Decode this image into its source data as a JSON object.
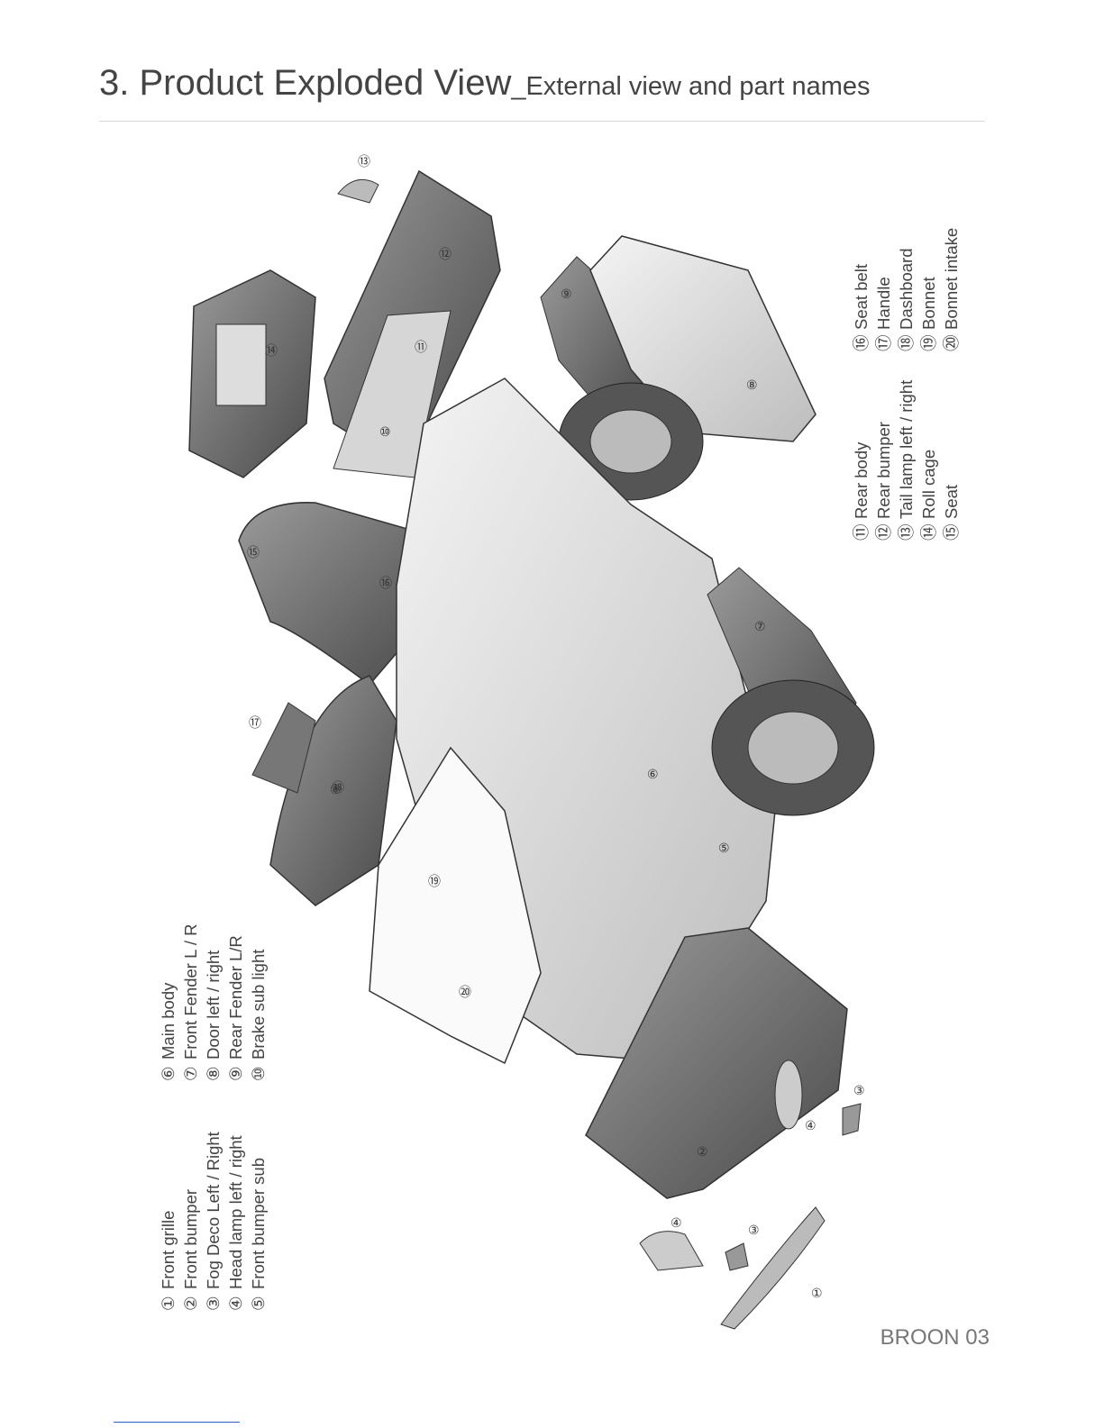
{
  "header": {
    "title": "3. Product Exploded View",
    "subtitle": "_External view and part names"
  },
  "legend_left": {
    "col1": [
      {
        "num": "①",
        "name": "Front grille"
      },
      {
        "num": "②",
        "name": "Front bumper"
      },
      {
        "num": "③",
        "name": "Fog Deco Left / Right"
      },
      {
        "num": "④",
        "name": "Head lamp left / right"
      },
      {
        "num": "⑤",
        "name": "Front bumper sub"
      }
    ],
    "col2": [
      {
        "num": "⑥",
        "name": "Main body"
      },
      {
        "num": "⑦",
        "name": "Front Fender L / R"
      },
      {
        "num": "⑧",
        "name": "Door left / right"
      },
      {
        "num": "⑨",
        "name": "Rear Fender L/R"
      },
      {
        "num": "⑩",
        "name": "Brake sub light"
      }
    ]
  },
  "legend_right": {
    "col1": [
      {
        "num": "⑪",
        "name": "Rear body"
      },
      {
        "num": "⑫",
        "name": "Rear bumper"
      },
      {
        "num": "⑬",
        "name": "Tail lamp left / right"
      },
      {
        "num": "⑭",
        "name": "Roll cage"
      },
      {
        "num": "⑮",
        "name": "Seat"
      }
    ],
    "col2": [
      {
        "num": "⑯",
        "name": "Seat belt"
      },
      {
        "num": "⑰",
        "name": "Handle"
      },
      {
        "num": "⑱",
        "name": "Dashboard"
      },
      {
        "num": "⑲",
        "name": "Bonnet"
      },
      {
        "num": "⑳",
        "name": "Bonnet intake"
      }
    ]
  },
  "callouts": [
    "①",
    "②",
    "③",
    "④",
    "⑤",
    "⑥",
    "⑦",
    "⑧",
    "⑨",
    "⑩",
    "⑪",
    "⑫",
    "⑬",
    "⑭",
    "⑮",
    "⑯",
    "⑰",
    "⑱",
    "⑲",
    "⑳",
    "③",
    "④",
    "⑧"
  ],
  "footer": {
    "page_label": "BROON 03"
  }
}
